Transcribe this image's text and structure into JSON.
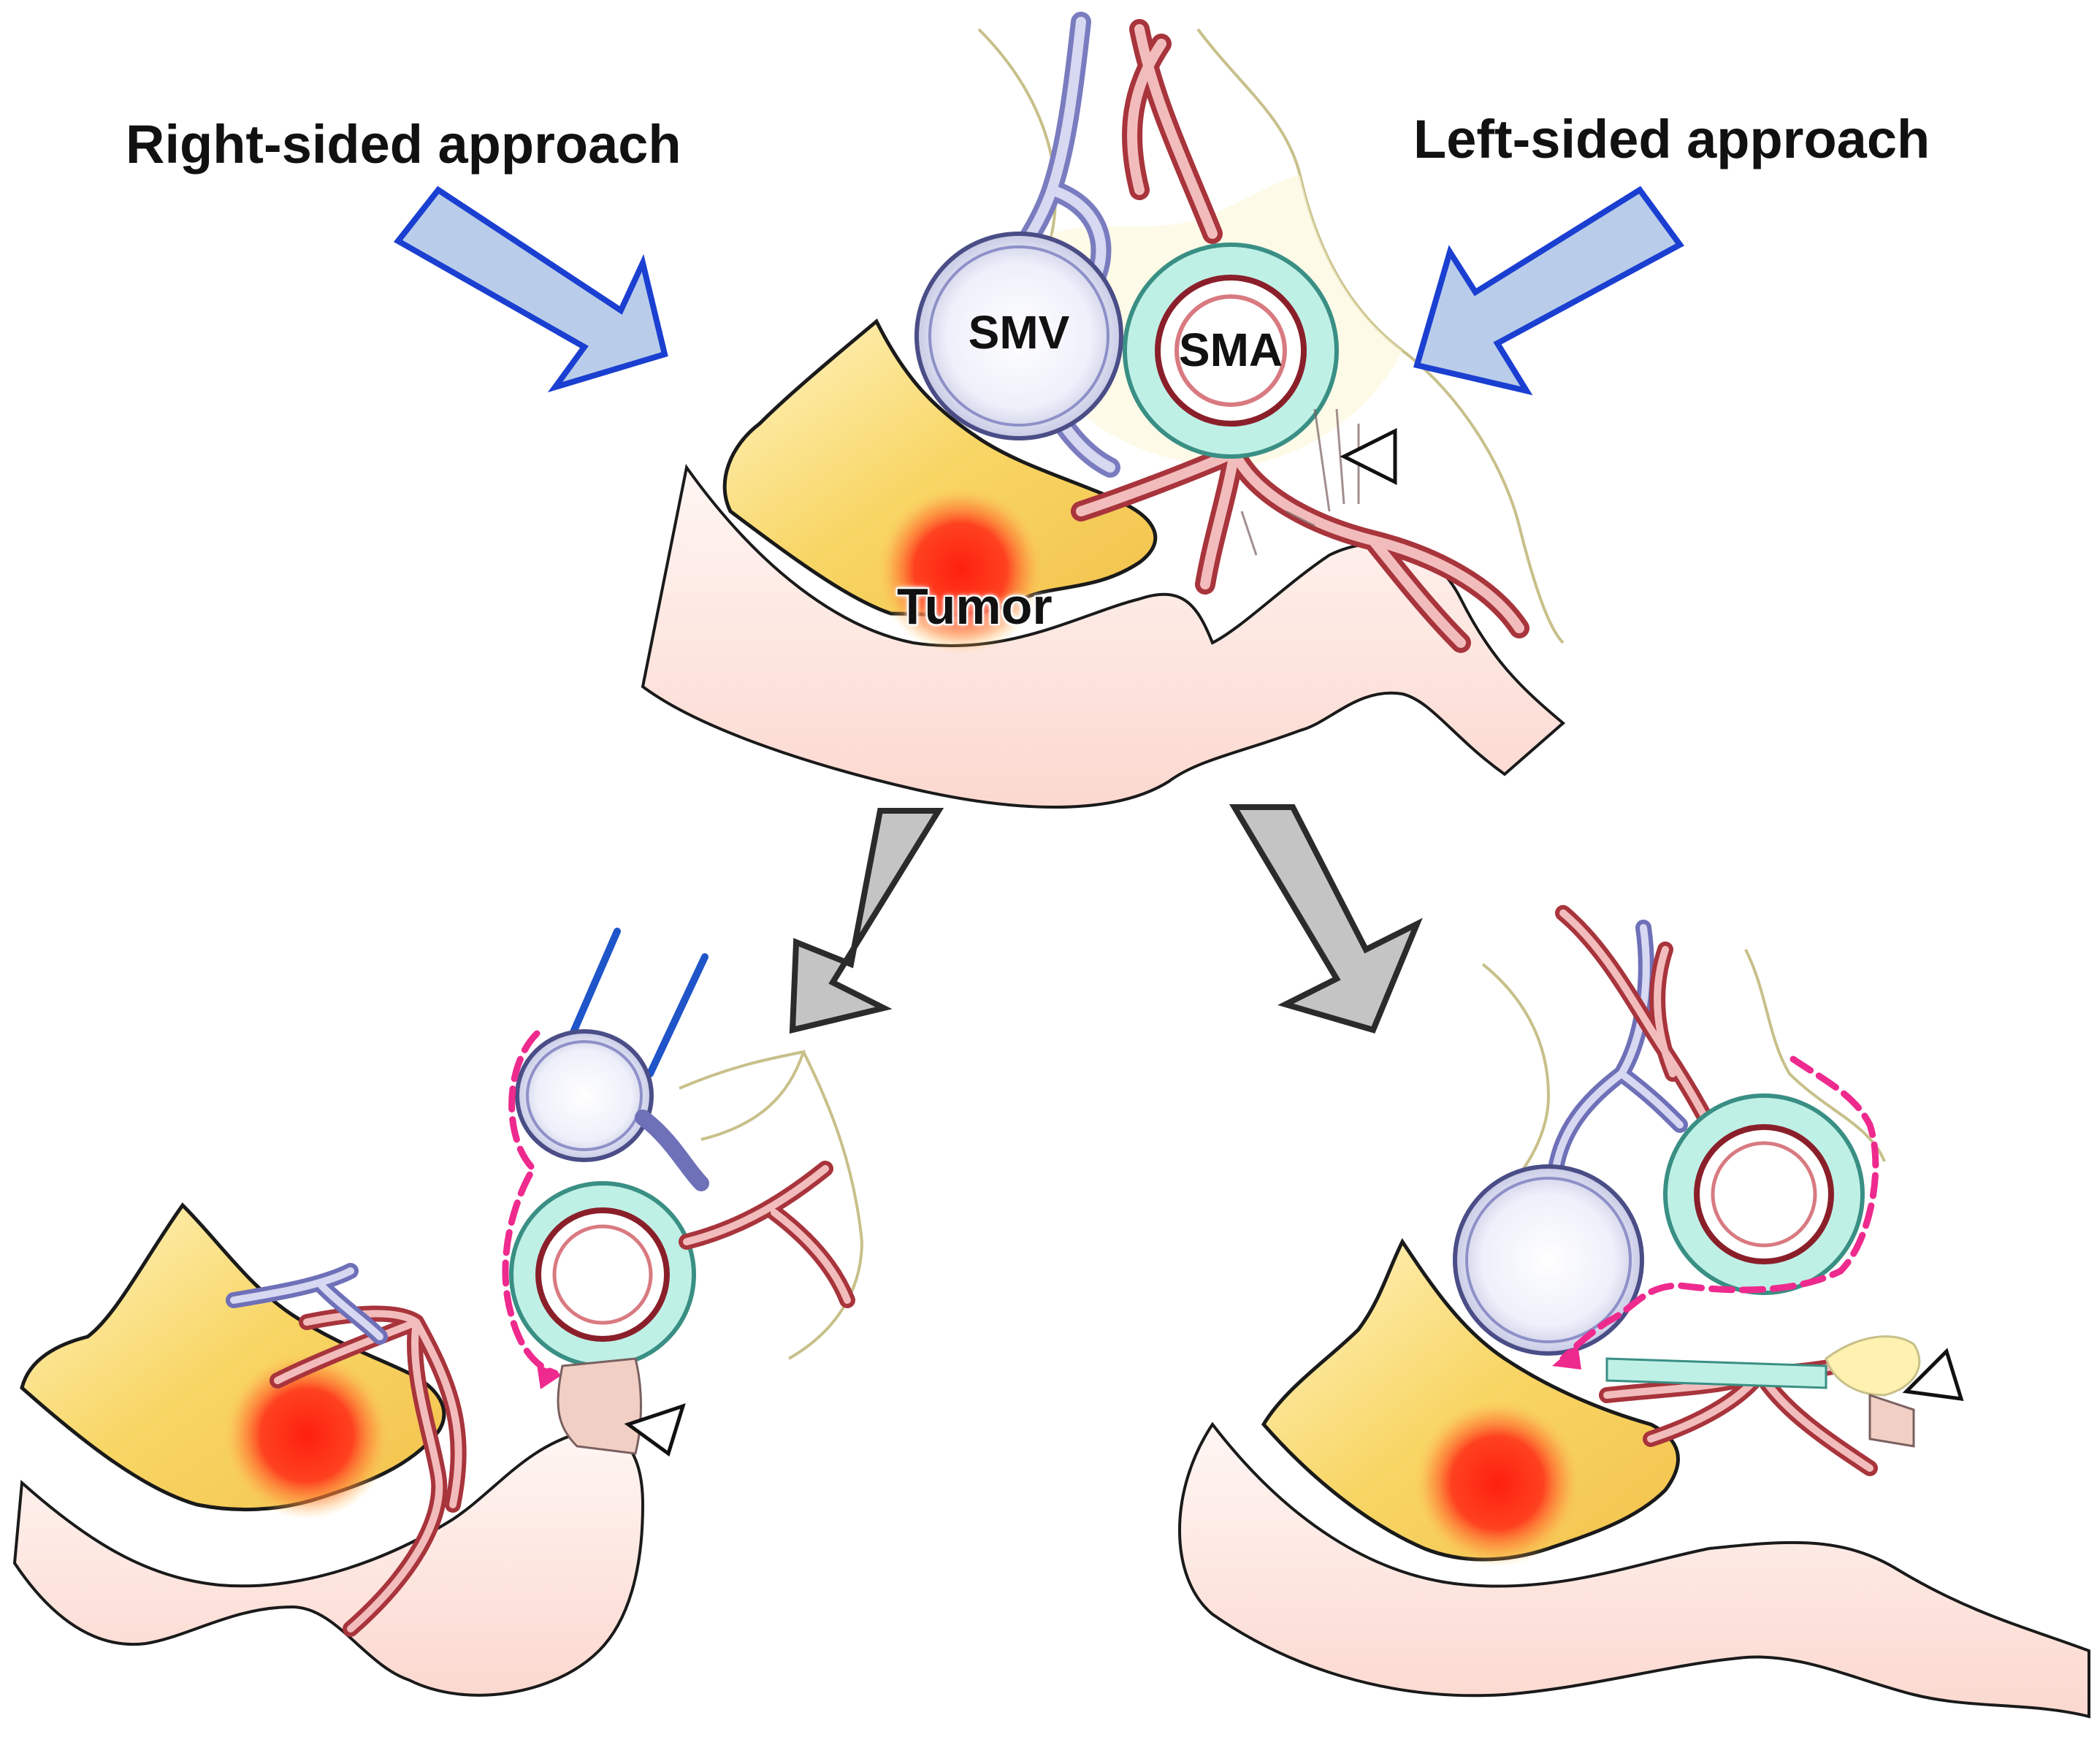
{
  "labels": {
    "right_approach": "Right-sided approach",
    "left_approach": "Left-sided approach",
    "smv": "SMV",
    "sma": "SMA",
    "tumor": "Tumor"
  },
  "colors": {
    "approach_arrow_fill": "#b9cdea",
    "approach_arrow_stroke": "#1a3fd1",
    "step_arrow_fill": "#c4c4c4",
    "step_arrow_stroke": "#2b2b2b",
    "artery": "#e9a3a3",
    "vein": "#b7b9dd",
    "sheath": "#8fe0d2",
    "fat": "#f6d36a",
    "tumor": "#ff3b1f",
    "dissection_line": "#ee2a8e",
    "retractor": "#1f55c9",
    "bowel": "#fde3dc"
  }
}
